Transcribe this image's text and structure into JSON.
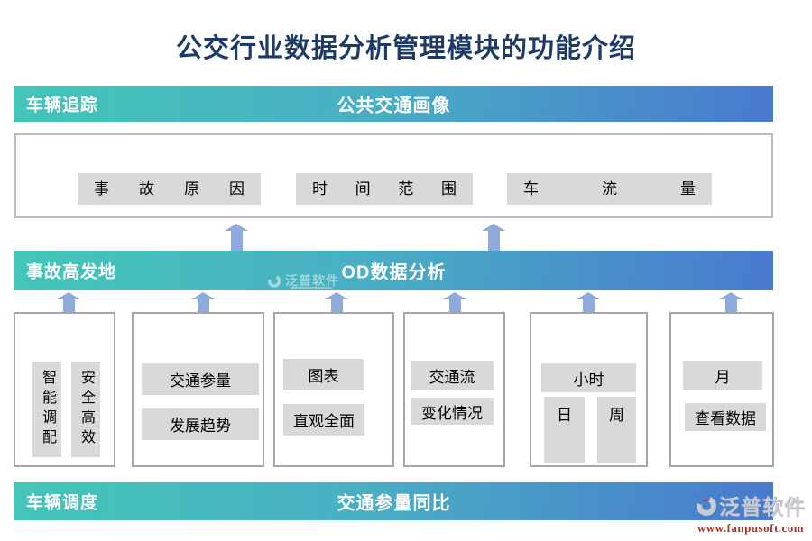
{
  "title": "公交行业数据分析管理模块的功能介绍",
  "banner_top": {
    "left": "车辆追踪",
    "center": "公共交通画像"
  },
  "banner_middle": {
    "left": "事故高发地",
    "center": "OD数据分析"
  },
  "banner_bottom": {
    "left": "车辆调度",
    "center": "交通参量同比"
  },
  "portrait_items": [
    "事 故 原 因",
    "时 间 范 围",
    "车 流 量"
  ],
  "modules": [
    {
      "v1": "智能调配",
      "v2": "安全高效"
    },
    {
      "l1": "交通参量",
      "l2": "发展趋势"
    },
    {
      "l1": "图表",
      "l2": "直观全面"
    },
    {
      "l1": "交通流",
      "l2": "变化情况"
    },
    {
      "top": "小时",
      "col1": "日",
      "col2": "周"
    },
    {
      "l1": "月",
      "l2": "查看数据"
    }
  ],
  "watermark": {
    "text": "泛普软件"
  },
  "logo": {
    "name": "泛普软件",
    "url": "www.fanpusoft.com"
  },
  "colors": {
    "gradient_start": "#43C6B8",
    "gradient_end": "#4979CE",
    "arrow": "#8FAADC",
    "chip_bg": "#D9D9D9",
    "title_text": "#1E3A66",
    "logo_url_text": "#A3352B"
  }
}
